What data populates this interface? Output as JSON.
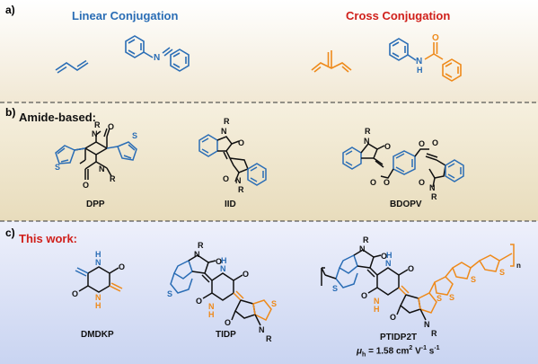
{
  "colors": {
    "blue": "#2a6db5",
    "orange": "#ee8a1b",
    "red": "#d0201b",
    "ink": "#111111",
    "panel_a_top": "#ffffff",
    "panel_a_bottom": "#f1e8d4",
    "panel_b_top": "#f6f0df",
    "panel_b_bottom": "#e8dcbc",
    "panel_c_top": "#eef0fb",
    "panel_c_bottom": "#c9d4f1"
  },
  "panel_a": {
    "label": "a)",
    "linear_title": "Linear Conjugation",
    "cross_title": "Cross Conjugation",
    "atom_N": "N",
    "atom_H": "H",
    "atom_O": "O"
  },
  "panel_b": {
    "label": "b)",
    "title": "Amide-based:",
    "compounds": [
      "DPP",
      "IID",
      "BDOPV"
    ],
    "atom_N": "N",
    "atom_O": "O",
    "atom_R": "R",
    "atom_S": "S"
  },
  "panel_c": {
    "label": "c)",
    "title": "This work:",
    "compounds": [
      "DMDKP",
      "TIDP",
      "PTIDP2T"
    ],
    "repeat_n": "n",
    "mobility": {
      "symbol": "μ",
      "sub": "h",
      "value": " = 1.58 cm",
      "exp1": "2",
      "unit": " V",
      "exp2": "-1",
      "unit2": " s",
      "exp3": "-1"
    }
  }
}
